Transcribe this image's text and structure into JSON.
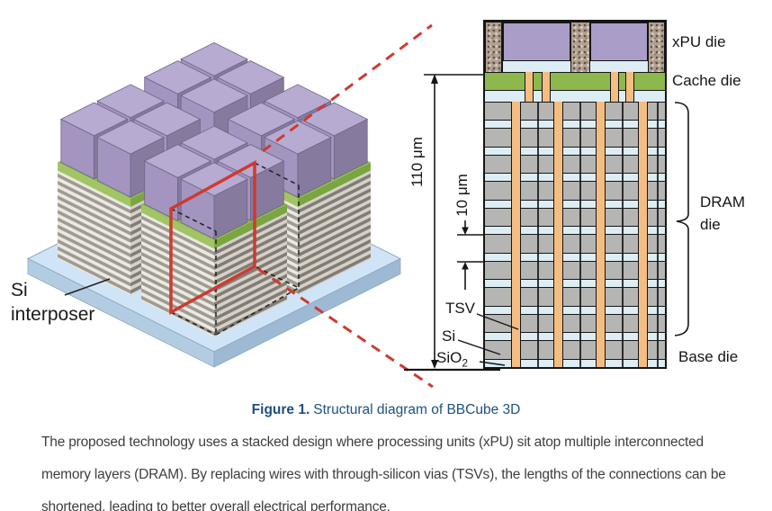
{
  "figure": {
    "caption_label": "Figure 1.",
    "caption_text": "Structural diagram of BBCube 3D",
    "description_lines": [
      "The proposed technology uses a stacked design where processing units (xPU) sit atop multiple interconnected",
      "memory layers (DRAM). By replacing wires with through-silicon vias (TSVs), the lengths of the connections can be",
      "shortened, leading to better overall electrical performance."
    ]
  },
  "iso_view": {
    "label_lines": [
      "Si",
      "interposer"
    ]
  },
  "cross_section": {
    "labels": {
      "xpu": "xPU die",
      "cache": "Cache die",
      "dram": "DRAM die",
      "base": "Base die",
      "tsv": "TSV",
      "si": "Si",
      "sio2_base": "SiO",
      "sio2_sub": "2"
    },
    "dimensions": {
      "total": "110 μm",
      "pitch": "10 μm"
    },
    "layer_pairs": 10,
    "dram_tsv_rel_x": [
      29,
      76,
      123,
      170
    ],
    "divider_rel_x": [
      58,
      105,
      152,
      191
    ],
    "cache_tsv_rel_x": [
      44,
      63,
      139,
      156
    ]
  },
  "colors": {
    "line": "#151515",
    "red": "#ce3a31",
    "caption": "#1e5180",
    "purple_die": "#aa9dc8",
    "purple_top": "#b7abd2",
    "purple_left": "#a395bf",
    "purple_right": "#867b9e",
    "green_band": "#8cb84d",
    "green_top": "#8fba4e",
    "green_left": "#a2c465",
    "green_right": "#7aa63f",
    "oxide": "#dcedf3",
    "silicon": "#b5b5b3",
    "tsv": "#f4bd82",
    "interposer_top": "#d0e4f7",
    "interposer_left": "#b3cce2",
    "interposer_right": "#9db9d3",
    "stack_left": "#ebe9e3",
    "stripe_left": "#a09b90",
    "stack_right": "#d5d1c9",
    "stripe_right": "#827d74"
  }
}
